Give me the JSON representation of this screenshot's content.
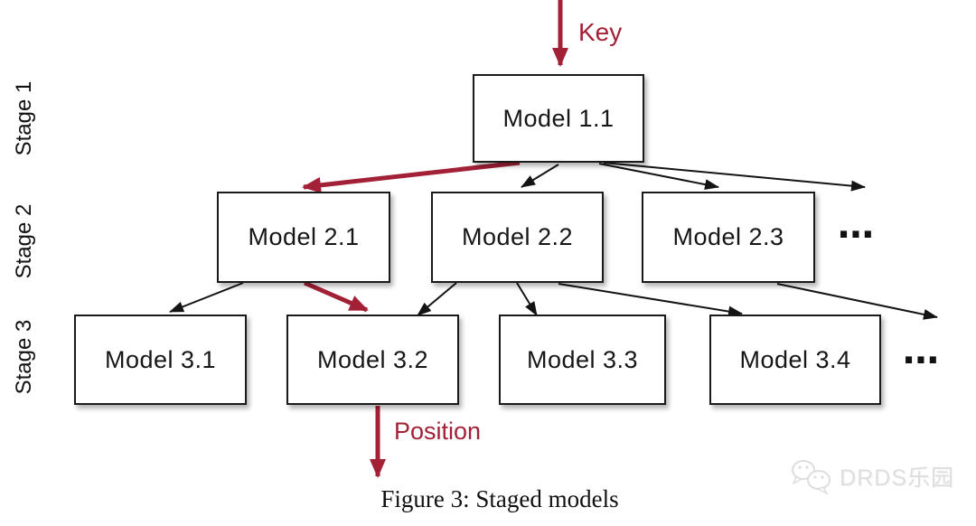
{
  "colors": {
    "highlight_red": "#A32136",
    "line_black": "#141414",
    "watermark_gray": "#dedede"
  },
  "stages": [
    {
      "label": "Stage 1",
      "models": [
        "Model 1.1"
      ]
    },
    {
      "label": "Stage 2",
      "models": [
        "Model 2.1",
        "Model 2.2",
        "Model 2.3"
      ],
      "ellipsis": "⋯"
    },
    {
      "label": "Stage 3",
      "models": [
        "Model 3.1",
        "Model 3.2",
        "Model 3.3",
        "Model 3.4"
      ],
      "ellipsis": "⋯"
    }
  ],
  "annotations": {
    "key_label": "Key",
    "position_label": "Position"
  },
  "edges": [
    {
      "from": "key-input",
      "to": "Model 1.1",
      "style": "red"
    },
    {
      "from": "Model 1.1",
      "to": "Model 2.1",
      "style": "red"
    },
    {
      "from": "Model 1.1",
      "to": "Model 2.2",
      "style": "black"
    },
    {
      "from": "Model 1.1",
      "to": "Model 2.3",
      "style": "black"
    },
    {
      "from": "Model 1.1",
      "to": "more-models-right",
      "style": "black"
    },
    {
      "from": "Model 2.1",
      "to": "Model 3.1",
      "style": "black"
    },
    {
      "from": "Model 2.1",
      "to": "Model 3.2",
      "style": "red"
    },
    {
      "from": "Model 2.2",
      "to": "Model 3.2",
      "style": "black"
    },
    {
      "from": "Model 2.2",
      "to": "Model 3.3",
      "style": "black"
    },
    {
      "from": "Model 2.2",
      "to": "Model 3.4",
      "style": "black"
    },
    {
      "from": "Model 2.3",
      "to": "more-models-right",
      "style": "black"
    },
    {
      "from": "Model 3.2",
      "to": "position-output",
      "style": "red"
    }
  ],
  "caption": "Figure 3: Staged models",
  "watermark": {
    "text": "DRDS乐园",
    "icon": "wechat-chat-bubbles-icon"
  }
}
